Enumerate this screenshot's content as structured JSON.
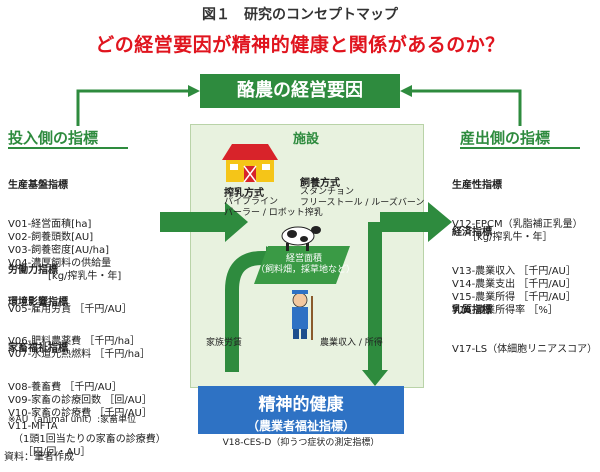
{
  "figure_title": "図１　研究のコンセプトマップ",
  "question": "どの経営要因が精神的健康と関係があるのか？",
  "top_box": "酪農の経営要因",
  "facility": {
    "title": "施設",
    "milking_title": "搾乳方式",
    "milking_items": "パイプライン\nパーラー / ロボット搾乳",
    "housing_title": "飼養方式",
    "housing_items": "スタンチョン\nフリーストール / ルーズバーン",
    "area_label": "経営面積\n（飼料畑，採草地など）",
    "family_labor": "家族労賃",
    "income": "農業収入 / 所得"
  },
  "input_side": {
    "title": "投入側の指標",
    "groups": [
      {
        "heading": "生産基盤指標",
        "lines": "V01-経営面積[ha]\nV02-飼養頭数[AU]\nV03-飼養密度[AU/ha]\nV04-濃厚飼料の供給量\n　　　　[kg/搾乳牛・年]"
      },
      {
        "heading": "労働力指標",
        "lines": "V05-雇用労賃 ［千円/AU］"
      },
      {
        "heading": "環境影響指標",
        "lines": "V06-肥料農薬費 ［千円/ha］\nV07-水道光熱燃料 ［千円/ha］"
      },
      {
        "heading": "家畜福祉指標",
        "lines": "V08-養畜費 ［千円/AU］\nV09-家畜の診療回数 ［回/AU］\nV10-家畜の診療費 ［千円/AU］\nV11-MFTA\n　（1頭1回当たりの家畜の診療費）\n　　［円/回・AU］"
      }
    ],
    "note": "※AU（animal unit）:家畜単位"
  },
  "output_side": {
    "title": "産出側の指標",
    "groups": [
      {
        "heading": "生産性指標",
        "lines": "V12-FPCM（乳脂補正乳量）\n　　［kg/搾乳牛・年］"
      },
      {
        "heading": "経済指標",
        "lines": "V13-農業収入 ［千円/AU］\nV14-農業支出 ［千円/AU］\nV15-農業所得 ［千円/AU］\nV16-農業所得率 ［%］"
      },
      {
        "heading": "乳質指標",
        "lines": "V17-LS（体細胞リニアスコア）"
      }
    ]
  },
  "bottom_box": {
    "main": "精神的健康",
    "sub": "（農業者福祉指標）"
  },
  "bottom_caption": "V18-CES-D（抑うつ症状の測定指標）",
  "source": "資料：筆者作成",
  "colors": {
    "green": "#2e8b3e",
    "blue": "#2e72c4",
    "red": "#e0141e",
    "panel": "#e8f2df",
    "barn_red": "#d8232a",
    "barn_yellow": "#f5c518"
  }
}
